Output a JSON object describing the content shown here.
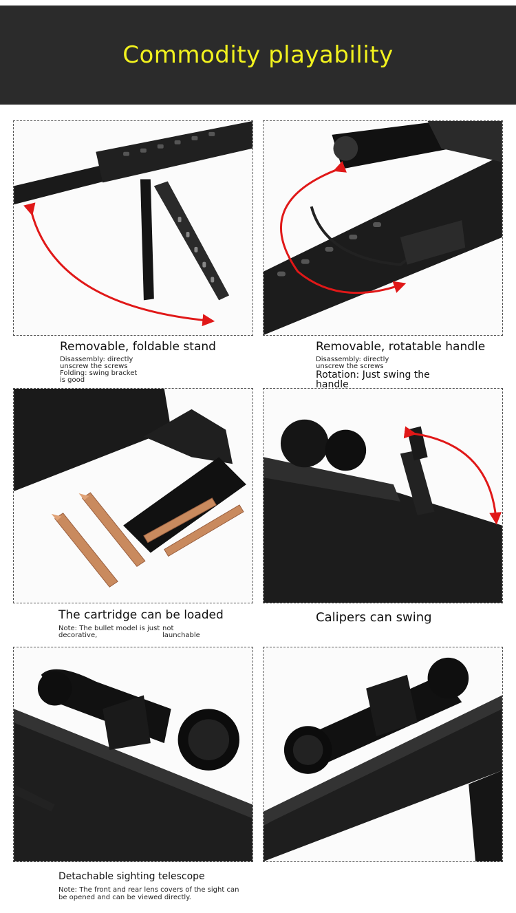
{
  "header": {
    "title": "Commodity playability"
  },
  "panels": [
    {
      "title": "Removable, foldable stand",
      "note1": "Disassembly: directly unscrew the screws",
      "note2": "Folding: swing bracket is good"
    },
    {
      "title": "Removable, rotatable handle",
      "note1": "Disassembly: directly unscrew the screws",
      "note2": "Rotation: Just swing the handle"
    },
    {
      "title": "The cartridge can be loaded",
      "note1": "Note: The bullet model is just decorative,",
      "note2": "not launchable"
    },
    {
      "title": "Calipers can swing"
    },
    {
      "title": "Detachable sighting telescope",
      "note1": "Note: The front and rear lens covers of the sight can be opened and can be viewed directly."
    }
  ],
  "colors": {
    "header_bg": "#2b2b2b",
    "title": "#f2f21e",
    "arrow": "#e01818"
  }
}
